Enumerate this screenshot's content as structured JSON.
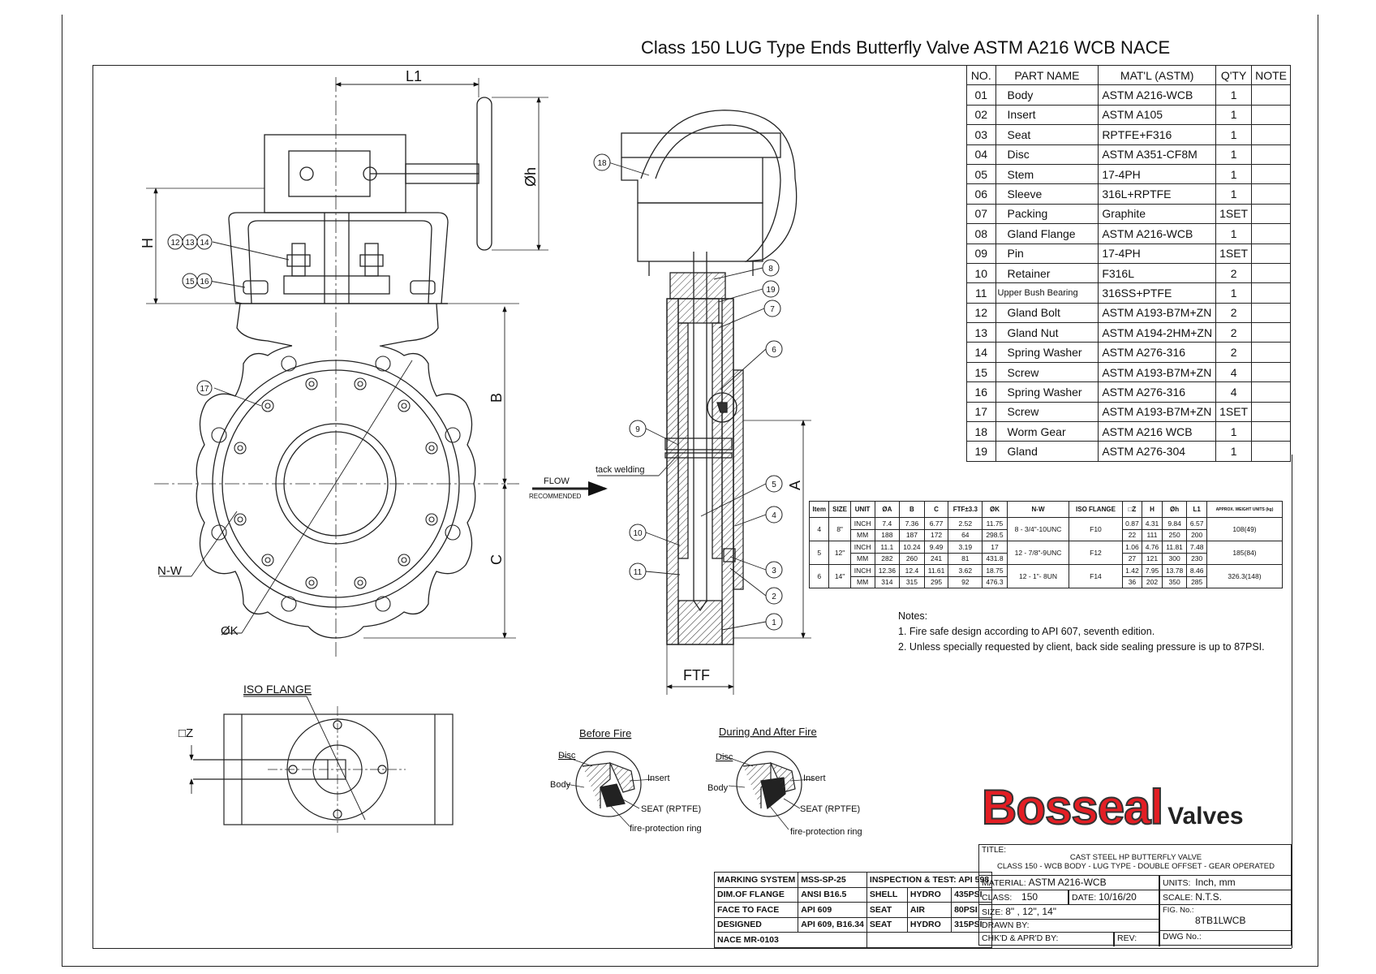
{
  "title": "Class 150 LUG Type Ends Butterfly Valve  ASTM A216 WCB NACE",
  "parts_table": {
    "headers": [
      "NO.",
      "PART NAME",
      "MAT'L (ASTM)",
      "Q'TY",
      "NOTE"
    ],
    "rows": [
      [
        "01",
        "Body",
        "ASTM  A216-WCB",
        "1"
      ],
      [
        "02",
        "Insert",
        "ASTM  A105",
        "1"
      ],
      [
        "03",
        "Seat",
        "RPTFE+F316",
        "1"
      ],
      [
        "04",
        "Disc",
        "ASTM  A351-CF8M",
        "1"
      ],
      [
        "05",
        "Stem",
        "17-4PH",
        "1"
      ],
      [
        "06",
        "Sleeve",
        "316L+RPTFE",
        "1"
      ],
      [
        "07",
        "Packing",
        "Graphite",
        "1SET"
      ],
      [
        "08",
        "Gland  Flange",
        "ASTM  A216-WCB",
        "1"
      ],
      [
        "09",
        "Pin",
        "17-4PH",
        "1SET"
      ],
      [
        "10",
        "Retainer",
        "F316L",
        "2"
      ],
      [
        "11",
        "Upper Bush Bearing",
        "316SS+PTFE",
        "1"
      ],
      [
        "12",
        "Gland  Bolt",
        "ASTM  A193-B7M+ZN",
        "2"
      ],
      [
        "13",
        "Gland  Nut",
        "ASTM  A194-2HM+ZN",
        "2"
      ],
      [
        "14",
        "Spring  Washer",
        "ASTM  A276-316",
        "2"
      ],
      [
        "15",
        "Screw",
        "ASTM  A193-B7M+ZN",
        "4"
      ],
      [
        "16",
        "Spring  Washer",
        "ASTM  A276-316",
        "4"
      ],
      [
        "17",
        "Screw",
        "ASTM  A193-B7M+ZN",
        "1SET"
      ],
      [
        "18",
        "Worm  Gear",
        "ASTM  A216  WCB",
        "1"
      ],
      [
        "19",
        "Gland",
        "ASTM  A276-304",
        "1"
      ]
    ]
  },
  "dim_table": {
    "headers": [
      "Item",
      "SIZE",
      "UNIT",
      "ØA",
      "B",
      "C",
      "FTF±3.3",
      "ØK",
      "N-W",
      "ISO FLANGE",
      "□Z",
      "H",
      "Øh",
      "L1",
      "APPROX. WEIGHT UNITS (kg)"
    ],
    "groups": [
      {
        "item": "4",
        "size": "8\"",
        "nw": "8 - 3/4\"-10UNC",
        "iso": "F10",
        "weight": "108(49)",
        "inch": [
          "7.4",
          "7.36",
          "6.77",
          "2.52",
          "11.75",
          "0.87",
          "4.31",
          "9.84",
          "6.57"
        ],
        "mm": [
          "188",
          "187",
          "172",
          "64",
          "298.5",
          "22",
          "111",
          "250",
          "200"
        ]
      },
      {
        "item": "5",
        "size": "12\"",
        "nw": "12 - 7/8\"-9UNC",
        "iso": "F12",
        "weight": "185(84)",
        "inch": [
          "11.1",
          "10.24",
          "9.49",
          "3.19",
          "17",
          "1.06",
          "4.76",
          "11.81",
          "7.48"
        ],
        "mm": [
          "282",
          "260",
          "241",
          "81",
          "431.8",
          "27",
          "121",
          "300",
          "230"
        ]
      },
      {
        "item": "6",
        "size": "14\"",
        "nw": "12 - 1\"- 8UN",
        "iso": "F14",
        "weight": "326.3(148)",
        "inch": [
          "12.36",
          "12.4",
          "11.61",
          "3.62",
          "18.75",
          "1.42",
          "7.95",
          "13.78",
          "8.46"
        ],
        "mm": [
          "314",
          "315",
          "295",
          "92",
          "476.3",
          "36",
          "202",
          "350",
          "285"
        ]
      }
    ],
    "units": [
      "INCH",
      "MM"
    ]
  },
  "notes": {
    "heading": "Notes:",
    "items": [
      "1. Fire safe design according to API 607, seventh edition.",
      "2. Unless specially requested by client, back side sealing pressure is up to 87PSI."
    ]
  },
  "drawing_labels": {
    "l1": "L1",
    "oh": "Øh",
    "h": "H",
    "b": "B",
    "c": "C",
    "a": "A",
    "ok": "ØK",
    "nw": "N-W",
    "ftf": "FTF",
    "iso_flange": "ISO FLANGE",
    "z": "□Z",
    "tack_welding": "tack welding",
    "flow": "FLOW",
    "flow_sub": "RECOMMENDED",
    "balloon_12_13_14": [
      "12",
      "13",
      "14"
    ],
    "balloon_15_16": [
      "15",
      "16"
    ],
    "balloon_17": "17",
    "balloons_section": [
      "18",
      "8",
      "19",
      "7",
      "6",
      "9",
      "5",
      "4",
      "10",
      "3",
      "11",
      "2",
      "1"
    ]
  },
  "fire_details": {
    "before": "Before Fire",
    "after": "During And After Fire",
    "disc": "Disc",
    "body": "Body",
    "insert": "Insert",
    "seat": "SEAT (RPTFE)",
    "ring": "fire-protection ring"
  },
  "brand": {
    "main": "Bosseal",
    "sub": "Valves",
    "color": "#e31e24"
  },
  "info_table": [
    [
      "MARKING SYSTEM",
      "MSS-SP-25",
      "INSPECTION & TEST: API 598",
      ""
    ],
    [
      "DIM.OF FLANGE",
      "ANSI B16.5",
      "SHELL",
      "HYDRO",
      "435PSI"
    ],
    [
      "FACE TO FACE",
      "API 609",
      "SEAT",
      "AIR",
      "80PSI"
    ],
    [
      "DESIGNED",
      "API 609, B16.34",
      "SEAT",
      "HYDRO",
      "315PSI"
    ],
    [
      "NACE MR-0103"
    ]
  ],
  "title_block": {
    "title_label": "TITLE:",
    "title_line1": "CAST STEEL HP BUTTERFLY VALVE",
    "title_line2": "CLASS 150 - WCB BODY - LUG TYPE - DOUBLE OFFSET - GEAR OPERATED",
    "material_label": "MATERIAL:",
    "material": "ASTM A216-WCB",
    "units_label": "UNITS:",
    "units": "Inch, mm",
    "class_label": "CLASS:",
    "class": "150",
    "date_label": "DATE:",
    "date": "10/16/20",
    "scale_label": "SCALE:",
    "scale": "N.T.S.",
    "size_label": "SIZE:",
    "size": "8\" , 12\", 14\"",
    "fig_label": "FIG. No.:",
    "fig": "8TB1LWCB",
    "drawn_label": "DRAWN BY:",
    "chkd_label": "CHK'D & APR'D BY:",
    "rev_label": "REV:",
    "dwg_label": "DWG No.:"
  }
}
